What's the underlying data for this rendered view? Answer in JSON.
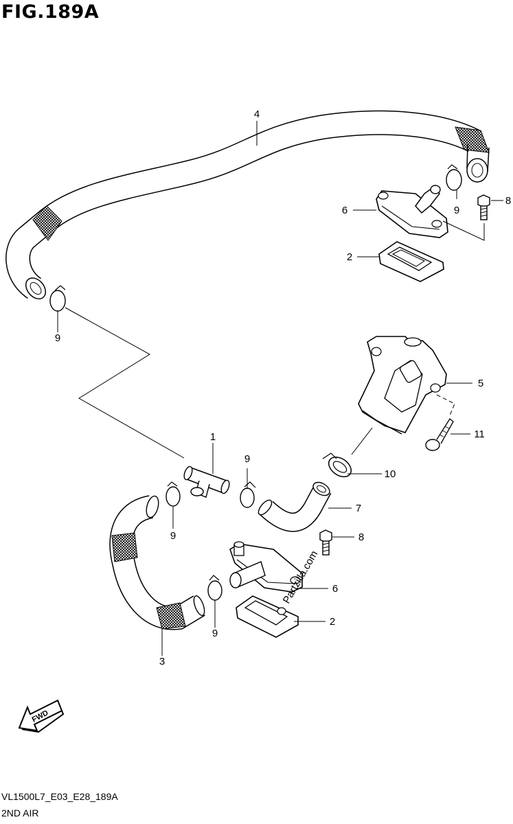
{
  "figure": {
    "title": "FIG.189A"
  },
  "footer": {
    "code": "VL1500L7_E03_E28_189A",
    "name": "2ND AIR"
  },
  "watermark": "Partzilla.com",
  "fwd_label": "FWD",
  "callouts": [
    {
      "id": "c4",
      "text": "4"
    },
    {
      "id": "c6a",
      "text": "6"
    },
    {
      "id": "c9a",
      "text": "9"
    },
    {
      "id": "c8a",
      "text": "8"
    },
    {
      "id": "c2a",
      "text": "2"
    },
    {
      "id": "c9b",
      "text": "9"
    },
    {
      "id": "c5",
      "text": "5"
    },
    {
      "id": "c11",
      "text": "11"
    },
    {
      "id": "c1",
      "text": "1"
    },
    {
      "id": "c9c",
      "text": "9"
    },
    {
      "id": "c10",
      "text": "10"
    },
    {
      "id": "c7",
      "text": "7"
    },
    {
      "id": "c9d",
      "text": "9"
    },
    {
      "id": "c8b",
      "text": "8"
    },
    {
      "id": "c6b",
      "text": "6"
    },
    {
      "id": "c2b",
      "text": "2"
    },
    {
      "id": "c9e",
      "text": "9"
    },
    {
      "id": "c3",
      "text": "3"
    }
  ]
}
